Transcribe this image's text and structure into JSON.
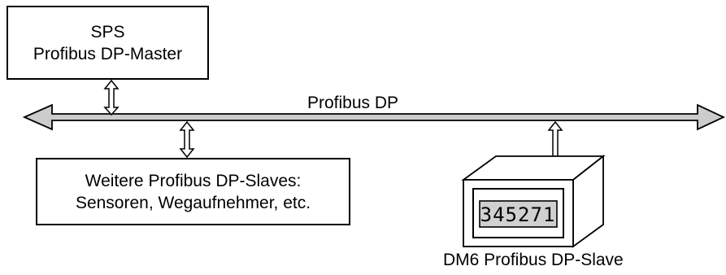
{
  "master": {
    "line1": "SPS",
    "line2": "Profibus DP-Master"
  },
  "bus": {
    "label": "Profibus DP"
  },
  "slaves": {
    "line1": "Weitere Profibus DP-Slaves:",
    "line2": "Sensoren, Wegaufnehmer, etc."
  },
  "device": {
    "display_value": "345271",
    "label": "DM6 Profibus DP-Slave"
  },
  "colors": {
    "bus_fill": "#cccccc",
    "stroke": "#000000",
    "display_fill": "#d0d0d0"
  }
}
